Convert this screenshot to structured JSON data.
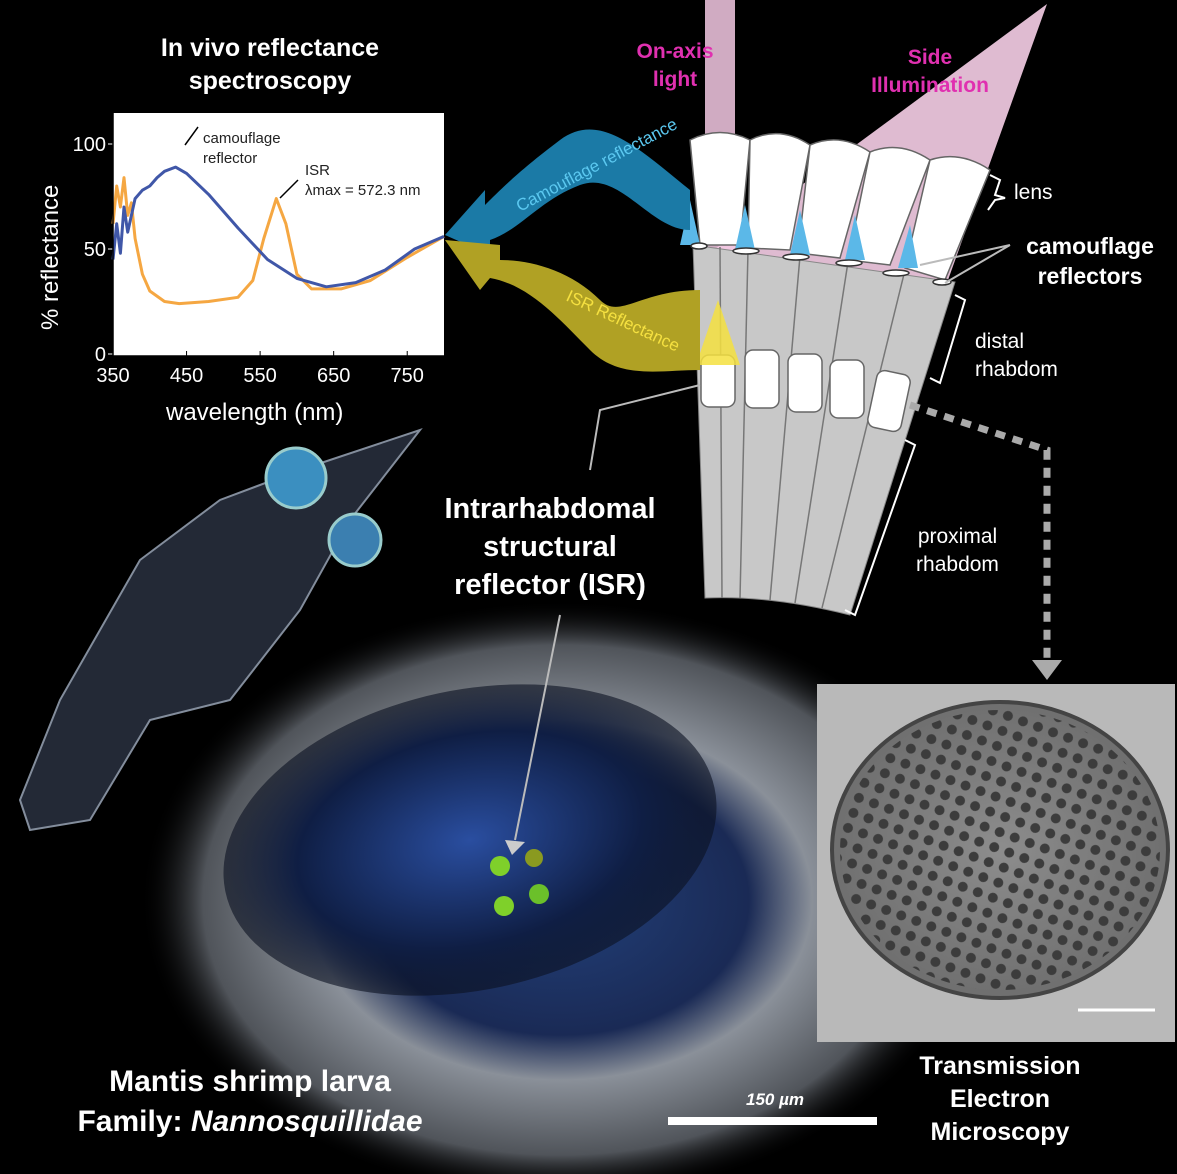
{
  "chart_title_line1": "In vivo reflectance",
  "chart_title_line2": "spectroscopy",
  "chart_data": {
    "type": "line",
    "title": "In vivo reflectance spectroscopy",
    "xlabel": "wavelength (nm)",
    "ylabel": "% reflectance",
    "xlim": [
      350,
      800
    ],
    "ylim": [
      0,
      116
    ],
    "xticks": [
      "350",
      "450",
      "550",
      "650",
      "750"
    ],
    "yticks": [
      "0",
      "50",
      "100"
    ],
    "grid": false,
    "series": [
      {
        "name": "camouflage reflector",
        "color": "#4057a8",
        "x": [
          350,
          355,
          360,
          365,
          370,
          380,
          390,
          400,
          410,
          420,
          435,
          450,
          480,
          520,
          560,
          600,
          640,
          680,
          720,
          760,
          800
        ],
        "y": [
          45,
          62,
          48,
          70,
          58,
          74,
          78,
          80,
          84,
          87,
          89,
          86,
          76,
          60,
          45,
          36,
          32,
          34,
          40,
          50,
          56
        ]
      },
      {
        "name": "ISR",
        "color": "#f5a742",
        "x": [
          350,
          355,
          360,
          365,
          370,
          375,
          380,
          390,
          400,
          420,
          440,
          480,
          520,
          540,
          555,
          572,
          585,
          600,
          620,
          660,
          700,
          750,
          800
        ],
        "y": [
          62,
          80,
          70,
          84,
          66,
          72,
          55,
          38,
          30,
          25,
          24,
          25,
          27,
          35,
          55,
          74,
          62,
          38,
          31,
          31,
          35,
          46,
          56
        ]
      }
    ],
    "annotations": [
      "camouflage reflector",
      "ISR",
      "λmax = 572.3 nm"
    ]
  },
  "annot": {
    "camo1": "camouflage",
    "camo2": "reflector",
    "isr": "ISR",
    "lmax": "λmax = 572.3 nm"
  },
  "diagram": {
    "on_axis1": "On-axis",
    "on_axis2": "light",
    "side1": "Side",
    "side2": "Illumination",
    "lens": "lens",
    "camo_ref1": "camouflage",
    "camo_ref2": "reflectors",
    "distal1": "distal",
    "distal2": "rhabdom",
    "proximal1": "proximal",
    "proximal2": "rhabdom",
    "camo_arrow": "Camouflage reflectance",
    "isr_arrow": "ISR Reflectance",
    "isr1": "Intrarhabdomal",
    "isr2": "structural",
    "isr3": "reflector (ISR)"
  },
  "captions": {
    "species1": "Mantis shrimp larva",
    "family_label": "Family: ",
    "family_name": "Nannosquillidae",
    "scale": "150 µm",
    "tem1": "Transmission",
    "tem2": "Electron",
    "tem3": "Microscopy"
  }
}
